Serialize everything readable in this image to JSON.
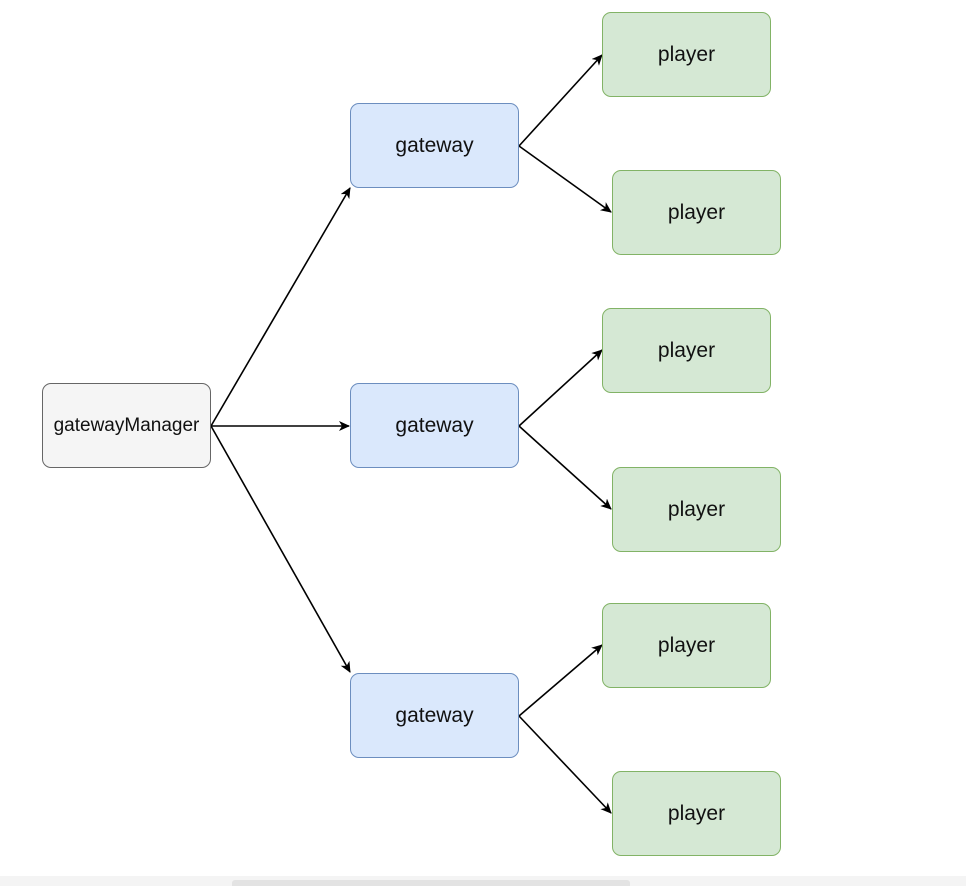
{
  "diagram": {
    "manager": {
      "label": "gatewayManager"
    },
    "gateways": [
      {
        "label": "gateway"
      },
      {
        "label": "gateway"
      },
      {
        "label": "gateway"
      }
    ],
    "players": [
      {
        "label": "player"
      },
      {
        "label": "player"
      },
      {
        "label": "player"
      },
      {
        "label": "player"
      },
      {
        "label": "player"
      },
      {
        "label": "player"
      }
    ],
    "edges": [
      {
        "from": "gatewayManager",
        "to": "gateway-1"
      },
      {
        "from": "gatewayManager",
        "to": "gateway-2"
      },
      {
        "from": "gatewayManager",
        "to": "gateway-3"
      },
      {
        "from": "gateway-1",
        "to": "player-1"
      },
      {
        "from": "gateway-1",
        "to": "player-2"
      },
      {
        "from": "gateway-2",
        "to": "player-3"
      },
      {
        "from": "gateway-2",
        "to": "player-4"
      },
      {
        "from": "gateway-3",
        "to": "player-5"
      },
      {
        "from": "gateway-3",
        "to": "player-6"
      }
    ]
  },
  "colors": {
    "manager_fill": "#f5f5f5",
    "manager_stroke": "#666666",
    "gateway_fill": "#dae8fc",
    "gateway_stroke": "#6c8ebf",
    "player_fill": "#d5e8d4",
    "player_stroke": "#82b366",
    "edge": "#000000"
  }
}
